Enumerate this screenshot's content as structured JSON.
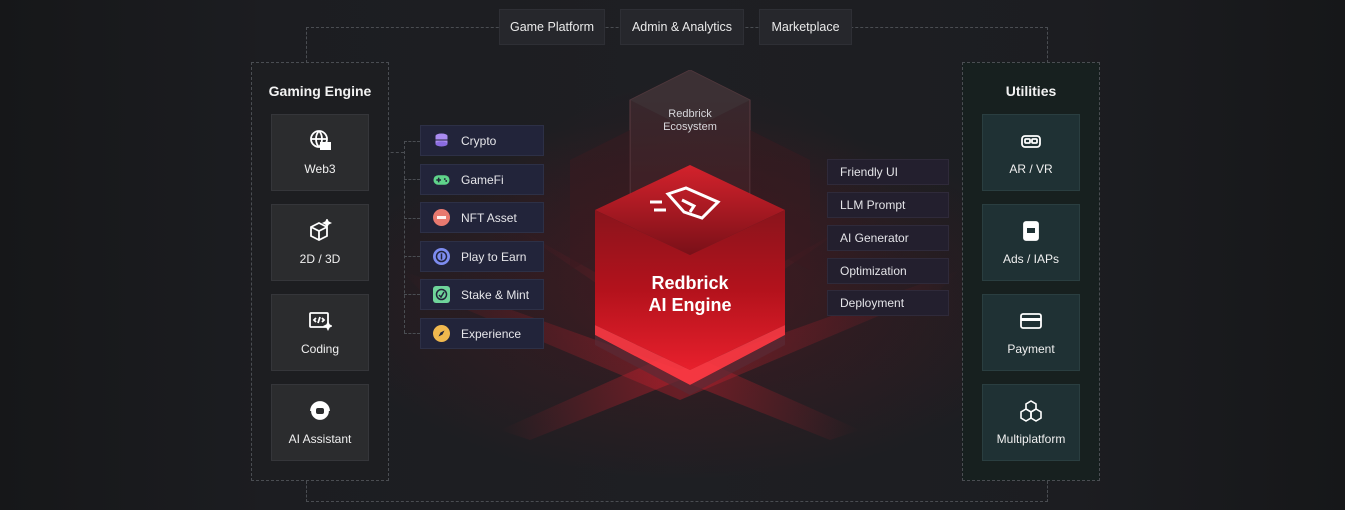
{
  "top_tabs": [
    "Game Platform",
    "Admin & Analytics",
    "Marketplace"
  ],
  "left_panel": {
    "title": "Gaming Engine",
    "cards": [
      {
        "label": "Web3",
        "icon": "globe-3d-icon"
      },
      {
        "label": "2D / 3D",
        "icon": "cube-sparkle-icon"
      },
      {
        "label": "Coding",
        "icon": "code-window-icon"
      },
      {
        "label": "AI Assistant",
        "icon": "headset-icon"
      }
    ]
  },
  "web3_items": [
    {
      "label": "Crypto",
      "icon": "coin-stack-icon",
      "color": "#a98bf0"
    },
    {
      "label": "GameFi",
      "icon": "gamepad-icon",
      "color": "#5fd38a"
    },
    {
      "label": "NFT Asset",
      "icon": "nft-badge-icon",
      "color": "#e8796f"
    },
    {
      "label": "Play to Earn",
      "icon": "dollar-coin-icon",
      "color": "#7d8cf0"
    },
    {
      "label": "Stake & Mint",
      "icon": "stake-icon",
      "color": "#6fd49a"
    },
    {
      "label": "Experience",
      "icon": "compass-icon",
      "color": "#f0b84e"
    }
  ],
  "center": {
    "ecosystem_line1": "Redbrick",
    "ecosystem_line2": "Ecosystem",
    "engine_line1": "Redbrick",
    "engine_line2": "AI Engine",
    "accent": "#e0202e"
  },
  "features": [
    "Friendly UI",
    "LLM Prompt",
    "AI Generator",
    "Optimization",
    "Deployment"
  ],
  "right_panel": {
    "title": "Utilities",
    "cards": [
      {
        "label": "AR / VR",
        "icon": "vr-headset-icon"
      },
      {
        "label": "Ads / IAPs",
        "icon": "ads-icon"
      },
      {
        "label": "Payment",
        "icon": "credit-card-icon"
      },
      {
        "label": "Multiplatform",
        "icon": "multi-cube-icon"
      }
    ]
  }
}
